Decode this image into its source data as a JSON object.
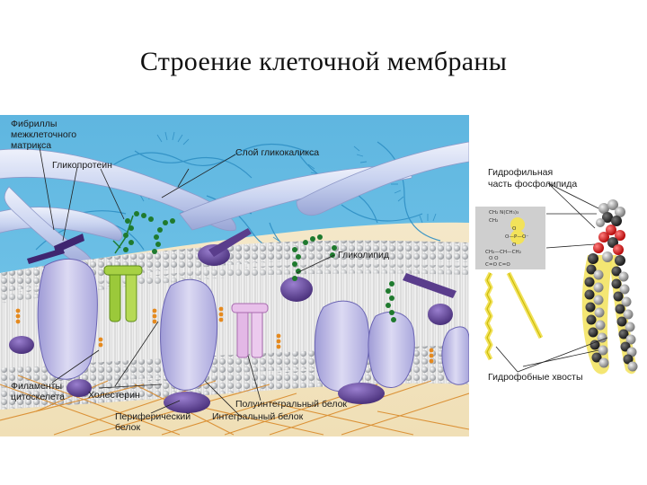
{
  "title": "Строение клеточной мембраны",
  "labels": {
    "fibrils": "Фибриллы\nмежклеточного\nматрикса",
    "glycoprotein": "Гликопротеин",
    "glycocalyx": "Слой гликокаликса",
    "glycolipid": "Гликолипид",
    "filaments": "Филаменты\nцитоскелета",
    "cholesterol": "Холестерин",
    "peripheral": "Периферический\nбелок",
    "polyintegral": "Полуинтегральный белок",
    "integral": "Интегральный белок",
    "hydrophilic": "Гидрофильная\nчасть фосфолипида",
    "hydrophobic": "Гидрофобные хвосты"
  },
  "formula": {
    "l1": "CH₂  N(CH₃)₃",
    "l2": "CH₂",
    "l3": "O",
    "l4": "O—P—O⁻",
    "l5": "O",
    "l6": "CH₂—CH—CH₂",
    "l7": "O     O",
    "l8": "C=O  C=O"
  },
  "colors": {
    "background_top": "#5fb6e0",
    "background_bottom": "#f4e7c7",
    "head_gray": "#b9bcc0",
    "protein_lavender": "#c5c3e8",
    "protein_purple": "#5a3d8c",
    "glyco_green": "#1f7a2e",
    "cholesterol_orange": "#e58a1f",
    "channel_green": "#9bc93a",
    "channel_pink": "#e3b8e6",
    "fiber_blue": "#c9d3f0",
    "oxygen_red": "#e01b1b",
    "tail_yellow": "#f2e25a"
  }
}
